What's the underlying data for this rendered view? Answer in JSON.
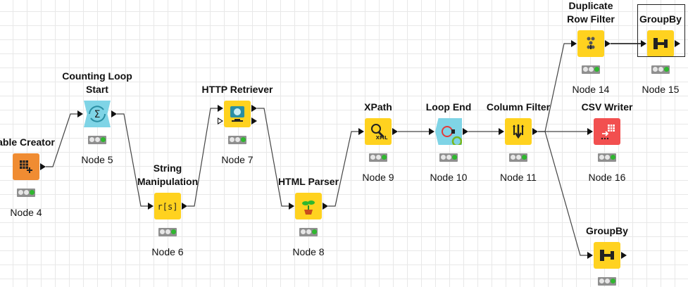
{
  "canvas": {
    "connection_color": "#444444",
    "grid_color": "#e8e8e8"
  },
  "nodes": [
    {
      "key": "n4",
      "title": "able Creator",
      "label": "Node 4",
      "icon": "table-plus-icon",
      "color": "#f08c32",
      "in": [],
      "out": 1
    },
    {
      "key": "n5",
      "title": "Counting Loop Start",
      "label": "Node 5",
      "icon": "sigma-loop-icon",
      "color": "#7fd4e6",
      "in": [
        "solid"
      ],
      "out": 1
    },
    {
      "key": "n6",
      "title": "String Manipulation",
      "label": "Node 6",
      "icon": "string-function-icon",
      "color": "#ffd21f",
      "in": [
        "solid"
      ],
      "out": 1
    },
    {
      "key": "n7",
      "title": "HTTP Retriever",
      "label": "Node 7",
      "icon": "http-monitor-icon",
      "color": "#ffd21f",
      "in": [
        "solid",
        "hollow"
      ],
      "out": 2
    },
    {
      "key": "n8",
      "title": "HTML Parser",
      "label": "Node 8",
      "icon": "plant-parser-icon",
      "color": "#ffd21f",
      "in": [
        "solid"
      ],
      "out": 1
    },
    {
      "key": "n9",
      "title": "XPath",
      "label": "Node 9",
      "icon": "xml-search-icon",
      "color": "#ffd21f",
      "in": [
        "solid"
      ],
      "out": 1
    },
    {
      "key": "n10",
      "title": "Loop End",
      "label": "Node 10",
      "icon": "loop-end-icon",
      "color": "#7fd4e6",
      "in": [
        "solid"
      ],
      "out": 1
    },
    {
      "key": "n11",
      "title": "Column Filter",
      "label": "Node 11",
      "icon": "column-filter-icon",
      "color": "#ffd21f",
      "in": [
        "solid"
      ],
      "out": 1
    },
    {
      "key": "n14",
      "title": "Duplicate\nRow Filter",
      "label": "Node 14",
      "icon": "duplicate-filter-icon",
      "color": "#ffd21f",
      "in": [
        "solid"
      ],
      "out": 1
    },
    {
      "key": "n15",
      "title": "GroupBy",
      "label": "Node 15",
      "icon": "groupby-icon",
      "color": "#ffd21f",
      "in": [
        "solid"
      ],
      "out": 1,
      "selected": true
    },
    {
      "key": "n16",
      "title": "CSV Writer",
      "label": "Node 16",
      "icon": "csv-writer-icon",
      "color": "#f24f4f",
      "in": [
        "solid"
      ],
      "out": 0
    },
    {
      "key": "n17",
      "title": "GroupBy",
      "label": "",
      "icon": "groupby-icon",
      "color": "#ffd21f",
      "in": [
        "solid"
      ],
      "out": 1
    }
  ],
  "glyphs": {
    "sigma": "Σ",
    "string_fn": "r[s]",
    "plus": "+"
  },
  "status_colors": {
    "frame": "#8f8f8f",
    "off": "#e6e6e6",
    "green": "#2fb72f"
  }
}
